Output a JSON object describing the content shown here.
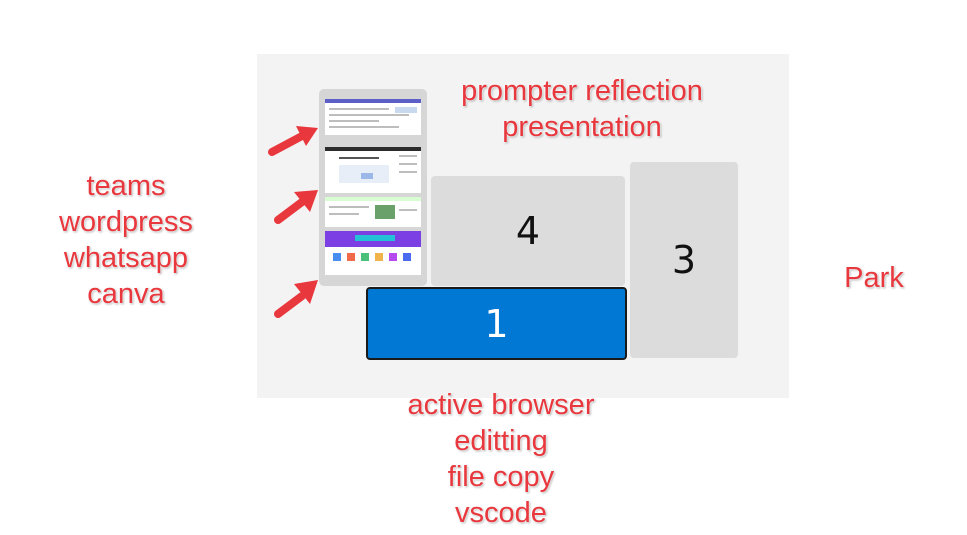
{
  "layout_panel": {
    "zones": [
      {
        "id": "zone-4",
        "label": "4",
        "active": false
      },
      {
        "id": "zone-3",
        "label": "3",
        "active": false
      },
      {
        "id": "zone-1",
        "label": "1",
        "active": true
      }
    ],
    "colors": {
      "panel_bg": "#f3f3f3",
      "zone_bg": "#dcdcdc",
      "active_zone": "#0078d4",
      "annotation": "#e8373d"
    }
  },
  "annotations": {
    "left": [
      "teams",
      "wordpress",
      "whatsapp",
      "canva"
    ],
    "top": [
      "prompter reflection",
      "presentation"
    ],
    "right": [
      "Park"
    ],
    "bottom": [
      "active browser",
      "editting",
      "file copy",
      "vscode"
    ]
  },
  "thumbnail_stack": {
    "items": [
      "teams-window-thumbnail",
      "wordpress-window-thumbnail",
      "whatsapp-window-thumbnail",
      "canva-window-thumbnail"
    ],
    "arrow_icon": "red-arrow-icon"
  }
}
